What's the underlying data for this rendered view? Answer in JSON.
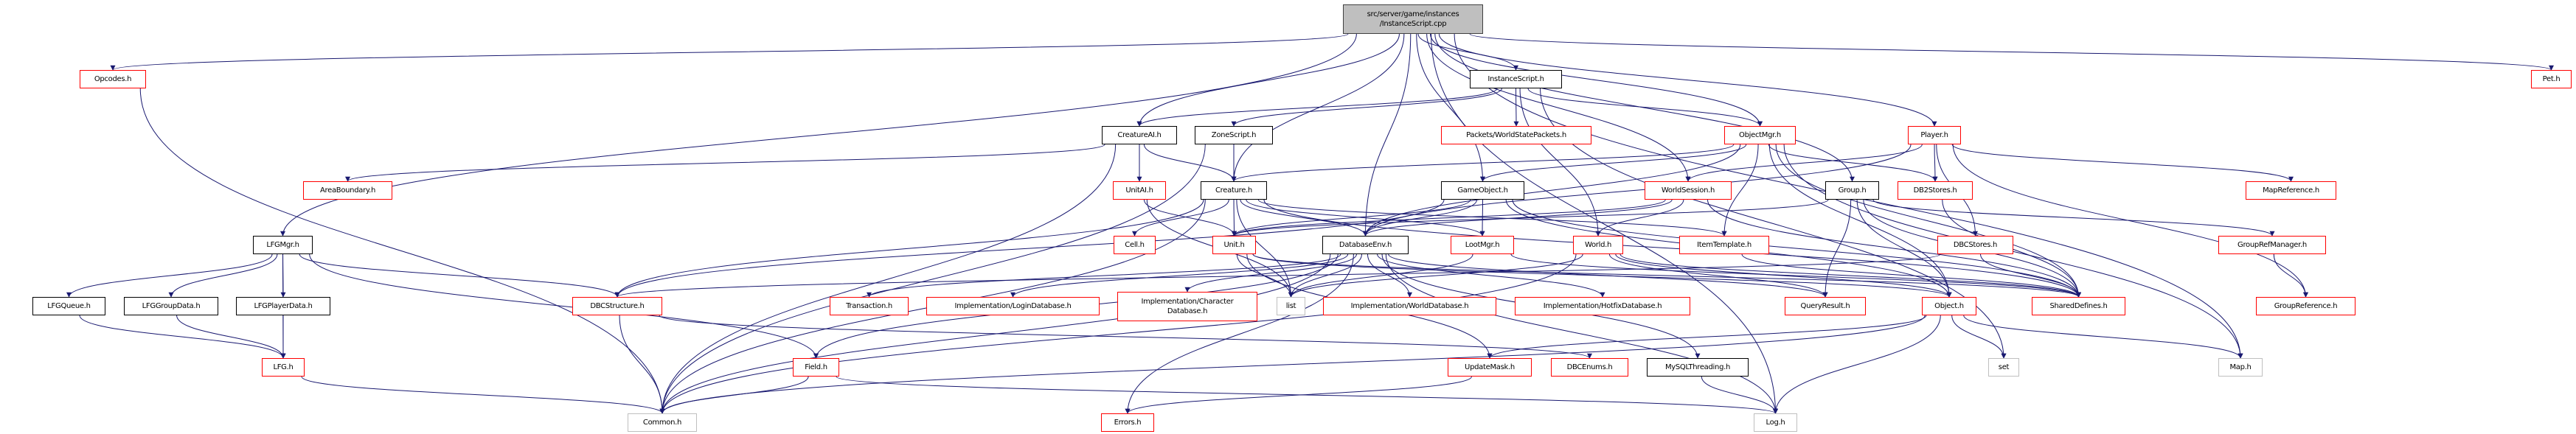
{
  "graph": {
    "edge_color": "#191970",
    "nodes": {
      "root": {
        "lines": [
          "src/server/game/instances",
          "/InstanceScript.cpp"
        ],
        "style": "root"
      },
      "opcodes": {
        "lines": [
          "Opcodes.h"
        ],
        "style": "red"
      },
      "instancescript": {
        "lines": [
          "InstanceScript.h"
        ],
        "style": "black"
      },
      "pet": {
        "lines": [
          "Pet.h"
        ],
        "style": "red"
      },
      "creatureai": {
        "lines": [
          "CreatureAI.h"
        ],
        "style": "black"
      },
      "zonescript": {
        "lines": [
          "ZoneScript.h"
        ],
        "style": "black"
      },
      "packets": {
        "lines": [
          "Packets/WorldStatePackets.h"
        ],
        "style": "red"
      },
      "objectmgr": {
        "lines": [
          "ObjectMgr.h"
        ],
        "style": "red"
      },
      "player": {
        "lines": [
          "Player.h"
        ],
        "style": "red"
      },
      "areaboundary": {
        "lines": [
          "AreaBoundary.h"
        ],
        "style": "red"
      },
      "unitai": {
        "lines": [
          "UnitAI.h"
        ],
        "style": "red"
      },
      "creature": {
        "lines": [
          "Creature.h"
        ],
        "style": "black"
      },
      "gameobject": {
        "lines": [
          "GameObject.h"
        ],
        "style": "black"
      },
      "worldsession": {
        "lines": [
          "WorldSession.h"
        ],
        "style": "red"
      },
      "group": {
        "lines": [
          "Group.h"
        ],
        "style": "black"
      },
      "db2stores": {
        "lines": [
          "DB2Stores.h"
        ],
        "style": "red"
      },
      "mapreference": {
        "lines": [
          "MapReference.h"
        ],
        "style": "red"
      },
      "lfgmgr": {
        "lines": [
          "LFGMgr.h"
        ],
        "style": "black"
      },
      "cell": {
        "lines": [
          "Cell.h"
        ],
        "style": "red"
      },
      "unit": {
        "lines": [
          "Unit.h"
        ],
        "style": "red"
      },
      "databaseenv": {
        "lines": [
          "DatabaseEnv.h"
        ],
        "style": "black"
      },
      "lootmgr": {
        "lines": [
          "LootMgr.h"
        ],
        "style": "red"
      },
      "world": {
        "lines": [
          "World.h"
        ],
        "style": "red"
      },
      "itemtemplate": {
        "lines": [
          "ItemTemplate.h"
        ],
        "style": "red"
      },
      "dbcstores": {
        "lines": [
          "DBCStores.h"
        ],
        "style": "red"
      },
      "grouprefmanager": {
        "lines": [
          "GroupRefManager.h"
        ],
        "style": "red"
      },
      "lfgqueue": {
        "lines": [
          "LFGQueue.h"
        ],
        "style": "black"
      },
      "lfggroupdata": {
        "lines": [
          "LFGGroupData.h"
        ],
        "style": "black"
      },
      "lfgplayerdata": {
        "lines": [
          "LFGPlayerData.h"
        ],
        "style": "black"
      },
      "dbcstructure": {
        "lines": [
          "DBCStructure.h"
        ],
        "style": "red"
      },
      "transaction": {
        "lines": [
          "Transaction.h"
        ],
        "style": "red"
      },
      "logindatabase": {
        "lines": [
          "Implementation/LoginDatabase.h"
        ],
        "style": "red"
      },
      "characterdatabase": {
        "lines": [
          "Implementation/Character",
          "Database.h"
        ],
        "style": "red"
      },
      "list": {
        "lines": [
          "list"
        ],
        "style": "gray"
      },
      "worlddatabase": {
        "lines": [
          "Implementation/WorldDatabase.h"
        ],
        "style": "red"
      },
      "hotfixdatabase": {
        "lines": [
          "Implementation/HotfixDatabase.h"
        ],
        "style": "red"
      },
      "queryresult": {
        "lines": [
          "QueryResult.h"
        ],
        "style": "red"
      },
      "object": {
        "lines": [
          "Object.h"
        ],
        "style": "red"
      },
      "shareddefines": {
        "lines": [
          "SharedDefines.h"
        ],
        "style": "red"
      },
      "groupreference": {
        "lines": [
          "GroupReference.h"
        ],
        "style": "red"
      },
      "lfg": {
        "lines": [
          "LFG.h"
        ],
        "style": "red"
      },
      "field": {
        "lines": [
          "Field.h"
        ],
        "style": "red"
      },
      "updatemask": {
        "lines": [
          "UpdateMask.h"
        ],
        "style": "red"
      },
      "dbcenums": {
        "lines": [
          "DBCEnums.h"
        ],
        "style": "red"
      },
      "mysqlthreading": {
        "lines": [
          "MySQLThreading.h"
        ],
        "style": "black"
      },
      "set": {
        "lines": [
          "set"
        ],
        "style": "gray"
      },
      "map": {
        "lines": [
          "Map.h"
        ],
        "style": "gray"
      },
      "common": {
        "lines": [
          "Common.h"
        ],
        "style": "gray"
      },
      "errors": {
        "lines": [
          "Errors.h"
        ],
        "style": "red"
      },
      "log": {
        "lines": [
          "Log.h"
        ],
        "style": "gray"
      }
    },
    "edges": [
      [
        "root",
        "opcodes"
      ],
      [
        "root",
        "lfgmgr"
      ],
      [
        "root",
        "creatureai"
      ],
      [
        "root",
        "creature"
      ],
      [
        "root",
        "databaseenv"
      ],
      [
        "root",
        "gameobject"
      ],
      [
        "root",
        "instancescript"
      ],
      [
        "root",
        "worldsession"
      ],
      [
        "root",
        "group"
      ],
      [
        "root",
        "player"
      ],
      [
        "root",
        "pet"
      ],
      [
        "root",
        "map"
      ],
      [
        "root",
        "log"
      ],
      [
        "root",
        "objectmgr"
      ],
      [
        "instancescript",
        "creatureai"
      ],
      [
        "instancescript",
        "zonescript"
      ],
      [
        "instancescript",
        "packets"
      ],
      [
        "instancescript",
        "world"
      ],
      [
        "instancescript",
        "objectmgr"
      ],
      [
        "instancescript",
        "set"
      ],
      [
        "creatureai",
        "unitai"
      ],
      [
        "creatureai",
        "creature"
      ],
      [
        "creatureai",
        "areaboundary"
      ],
      [
        "creatureai",
        "common"
      ],
      [
        "zonescript",
        "creature"
      ],
      [
        "zonescript",
        "common"
      ],
      [
        "unitai",
        "unit"
      ],
      [
        "unitai",
        "list"
      ],
      [
        "creature",
        "cell"
      ],
      [
        "creature",
        "unit"
      ],
      [
        "creature",
        "databaseenv"
      ],
      [
        "creature",
        "lootmgr"
      ],
      [
        "creature",
        "itemtemplate"
      ],
      [
        "creature",
        "common"
      ],
      [
        "creature",
        "list"
      ],
      [
        "creature",
        "dbcstructure"
      ],
      [
        "creature",
        "shareddefines"
      ],
      [
        "objectmgr",
        "creature"
      ],
      [
        "objectmgr",
        "gameobject"
      ],
      [
        "objectmgr",
        "databaseenv"
      ],
      [
        "objectmgr",
        "db2stores"
      ],
      [
        "objectmgr",
        "itemtemplate"
      ],
      [
        "objectmgr",
        "object"
      ],
      [
        "objectmgr",
        "shareddefines"
      ],
      [
        "objectmgr",
        "map"
      ],
      [
        "gameobject",
        "unit"
      ],
      [
        "gameobject",
        "databaseenv"
      ],
      [
        "gameobject",
        "lootmgr"
      ],
      [
        "gameobject",
        "object"
      ],
      [
        "gameobject",
        "shareddefines"
      ],
      [
        "gameobject",
        "dbcstructure"
      ],
      [
        "worldsession",
        "world"
      ],
      [
        "worldsession",
        "unit"
      ],
      [
        "worldsession",
        "databaseenv"
      ],
      [
        "worldsession",
        "shareddefines"
      ],
      [
        "player",
        "worldsession"
      ],
      [
        "player",
        "db2stores"
      ],
      [
        "player",
        "dbcstores"
      ],
      [
        "player",
        "mapreference"
      ],
      [
        "player",
        "groupreference"
      ],
      [
        "player",
        "databaseenv"
      ],
      [
        "group",
        "unit"
      ],
      [
        "group",
        "queryresult"
      ],
      [
        "group",
        "object"
      ],
      [
        "group",
        "shareddefines"
      ],
      [
        "group",
        "grouprefmanager"
      ],
      [
        "db2stores",
        "shareddefines"
      ],
      [
        "dbcstores",
        "dbcstructure"
      ],
      [
        "dbcstores",
        "shareddefines"
      ],
      [
        "grouprefmanager",
        "groupreference"
      ],
      [
        "lfgmgr",
        "lfgqueue"
      ],
      [
        "lfgmgr",
        "lfggroupdata"
      ],
      [
        "lfgmgr",
        "lfgplayerdata"
      ],
      [
        "lfgmgr",
        "lfg"
      ],
      [
        "lfgmgr",
        "dbcstructure"
      ],
      [
        "lfgmgr",
        "field"
      ],
      [
        "lfgqueue",
        "lfg"
      ],
      [
        "lfggroupdata",
        "lfg"
      ],
      [
        "lfgplayerdata",
        "lfg"
      ],
      [
        "lfg",
        "common"
      ],
      [
        "opcodes",
        "common"
      ],
      [
        "dbcstructure",
        "common"
      ],
      [
        "dbcstructure",
        "dbcenums"
      ],
      [
        "databaseenv",
        "transaction"
      ],
      [
        "databaseenv",
        "logindatabase"
      ],
      [
        "databaseenv",
        "characterdatabase"
      ],
      [
        "databaseenv",
        "list"
      ],
      [
        "databaseenv",
        "worlddatabase"
      ],
      [
        "databaseenv",
        "hotfixdatabase"
      ],
      [
        "databaseenv",
        "queryresult"
      ],
      [
        "databaseenv",
        "field"
      ],
      [
        "databaseenv",
        "mysqlthreading"
      ],
      [
        "databaseenv",
        "log"
      ],
      [
        "databaseenv",
        "errors"
      ],
      [
        "databaseenv",
        "common"
      ],
      [
        "world",
        "object"
      ],
      [
        "world",
        "shareddefines"
      ],
      [
        "world",
        "queryresult"
      ],
      [
        "world",
        "list"
      ],
      [
        "world",
        "common"
      ],
      [
        "lootmgr",
        "list"
      ],
      [
        "lootmgr",
        "shareddefines"
      ],
      [
        "unit",
        "object"
      ],
      [
        "unit",
        "list"
      ],
      [
        "unit",
        "shareddefines"
      ],
      [
        "unit",
        "updatemask"
      ],
      [
        "object",
        "set"
      ],
      [
        "object",
        "map"
      ],
      [
        "object",
        "updatemask"
      ],
      [
        "object",
        "common"
      ],
      [
        "object",
        "log"
      ],
      [
        "field",
        "common"
      ],
      [
        "field",
        "log"
      ],
      [
        "updatemask",
        "errors"
      ],
      [
        "mysqlthreading",
        "log"
      ],
      [
        "itemtemplate",
        "shareddefines"
      ]
    ]
  }
}
